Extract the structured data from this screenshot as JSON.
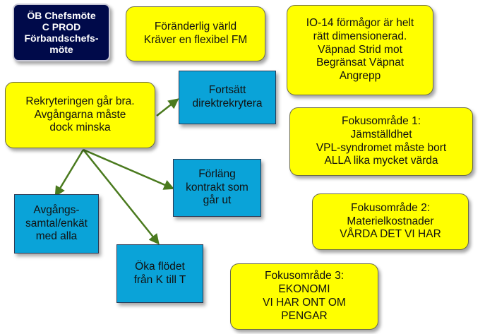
{
  "title_box": {
    "lines": [
      "ÖB Chefsmöte",
      "C PROD",
      "Förbandschefs-",
      "möte"
    ]
  },
  "boxes": {
    "foranderlig": {
      "lines": [
        "Föränderlig värld",
        "Kräver en flexibel FM"
      ]
    },
    "io14": {
      "lines": [
        "IO-14 förmågor är helt",
        "rätt dimensionerad.",
        "Väpnad Strid mot",
        "Begränsat Väpnat",
        "Angrepp"
      ]
    },
    "rekrytering": {
      "lines": [
        "Rekryteringen går bra.",
        "Avgångarna måste",
        "dock minska"
      ]
    },
    "fortsatt": {
      "lines": [
        "Fortsätt",
        "direktrekrytera"
      ]
    },
    "fokus1": {
      "lines": [
        "Fokusområde 1:",
        "Jämställdhet",
        "VPL-syndromet måste bort",
        "ALLA lika mycket värda"
      ]
    },
    "forlang": {
      "lines": [
        "Förläng",
        "kontrakt som",
        "går ut"
      ]
    },
    "fokus2": {
      "lines": [
        "Fokusområde 2:",
        "Materielkostnader",
        "VÅRDA DET VI HAR"
      ]
    },
    "avgangs": {
      "lines": [
        "Avgångs-",
        "samtal/enkät",
        "med alla"
      ]
    },
    "oka": {
      "lines": [
        "Öka flödet",
        "från K till T"
      ]
    },
    "fokus3": {
      "lines": [
        "Fokusområde 3:",
        "EKONOMI",
        "VI HAR ONT OM",
        "PENGAR"
      ]
    }
  },
  "colors": {
    "yellow_box": "#ffff00",
    "blue_box": "#0aa3d8",
    "title_box": "#000a4a",
    "arrow": "#4a7a1e"
  }
}
